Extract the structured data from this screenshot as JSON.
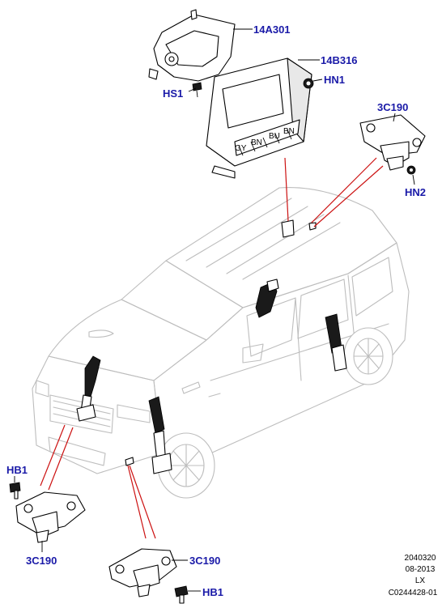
{
  "callouts": {
    "c14a301": "14A301",
    "c14b316": "14B316",
    "hs1": "HS1",
    "hn1": "HN1",
    "c3c190_top": "3C190",
    "hn2": "HN2",
    "hb1_left": "HB1",
    "c3c190_left": "3C190",
    "c3c190_bottom": "3C190",
    "hb1_bottom": "HB1"
  },
  "reference": {
    "number": "2040320",
    "date": "08-2013",
    "model": "LX",
    "illustration_code": "C0244428-01"
  },
  "colors": {
    "callout_text": "#1a1aa8",
    "indicator_lines": "#cc1111",
    "vehicle_outline": "#bdbdbd"
  }
}
